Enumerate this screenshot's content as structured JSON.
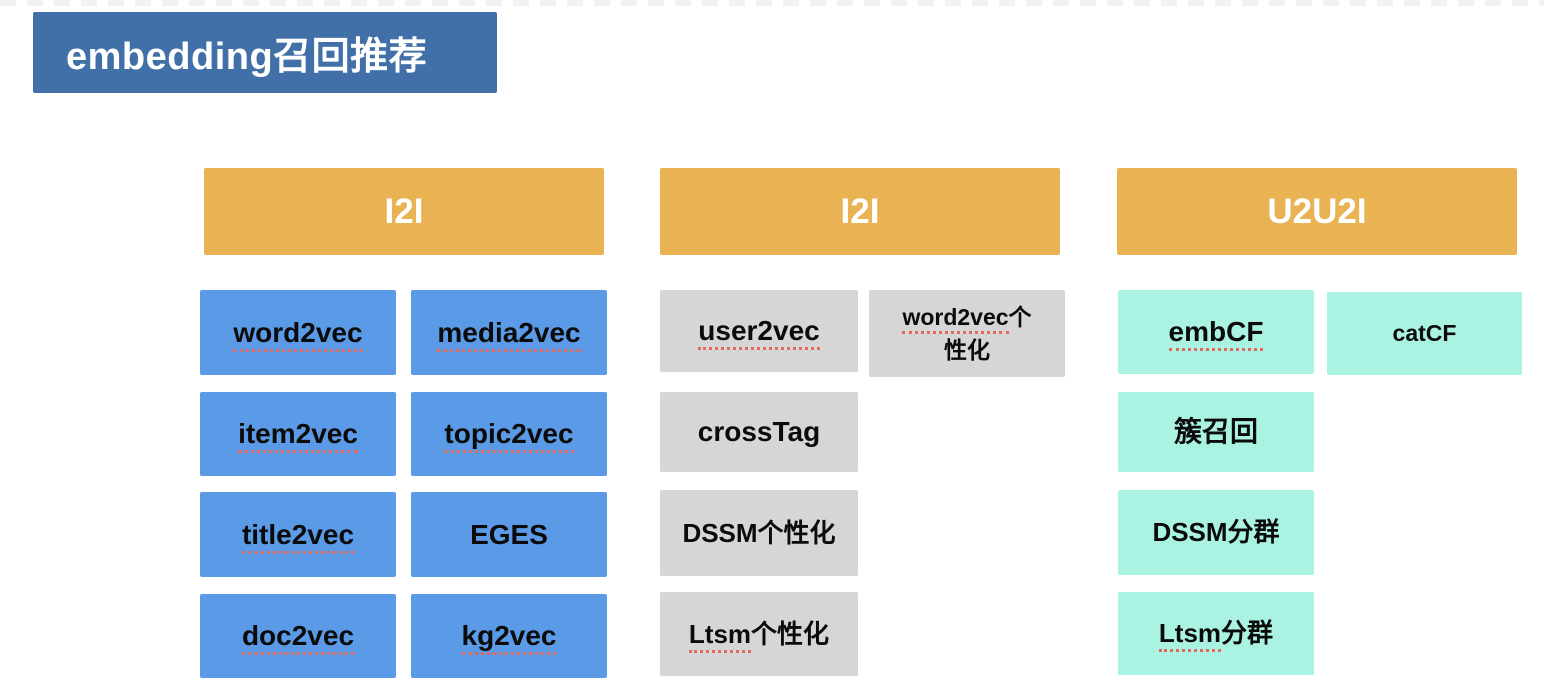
{
  "title": "embedding召回推荐",
  "colors": {
    "title-bg": "#4170a8",
    "header-bg": "#e9b353",
    "blue-box": "#5a9ae6",
    "gray-box": "#d6d6d6",
    "mint-box": "#aaf2e2",
    "underline": "#e06a5e",
    "box-text": "#0b0b0b"
  },
  "columns": [
    {
      "header": "I2I",
      "boxes": [
        {
          "label": "word2vec",
          "u": "word2vec",
          "rest": ""
        },
        {
          "label": "media2vec",
          "u": "media2vec",
          "rest": ""
        },
        {
          "label": "item2vec",
          "u": "item2vec",
          "rest": ""
        },
        {
          "label": "topic2vec",
          "u": "topic2vec",
          "rest": ""
        },
        {
          "label": "title2vec",
          "u": "title2vec",
          "rest": ""
        },
        {
          "label": "EGES",
          "u": "",
          "rest": "EGES"
        },
        {
          "label": "doc2vec",
          "u": "doc2vec",
          "rest": ""
        },
        {
          "label": "kg2vec",
          "u": "kg2vec",
          "rest": ""
        }
      ]
    },
    {
      "header": "I2I",
      "boxes": [
        {
          "label": "user2vec",
          "u": "user2vec",
          "rest": ""
        },
        {
          "label": "word2vec个性化",
          "u": "word2vec",
          "rest": "个\n性化"
        },
        {
          "label": "crossTag",
          "u": "",
          "rest": "crossTag"
        },
        {
          "label": "DSSM个性化",
          "u": "",
          "rest": "DSSM个性化"
        },
        {
          "label": "Ltsm个性化",
          "u": "Ltsm",
          "rest": "个性化"
        }
      ]
    },
    {
      "header": "U2U2I",
      "boxes": [
        {
          "label": "embCF",
          "u": "embCF",
          "rest": ""
        },
        {
          "label": "catCF",
          "u": "",
          "rest": "catCF"
        },
        {
          "label": "簇召回",
          "u": "",
          "rest": "簇召回"
        },
        {
          "label": "DSSM分群",
          "u": "",
          "rest": "DSSM分群"
        },
        {
          "label": "Ltsm分群",
          "u": "Ltsm",
          "rest": "分群"
        }
      ]
    }
  ]
}
